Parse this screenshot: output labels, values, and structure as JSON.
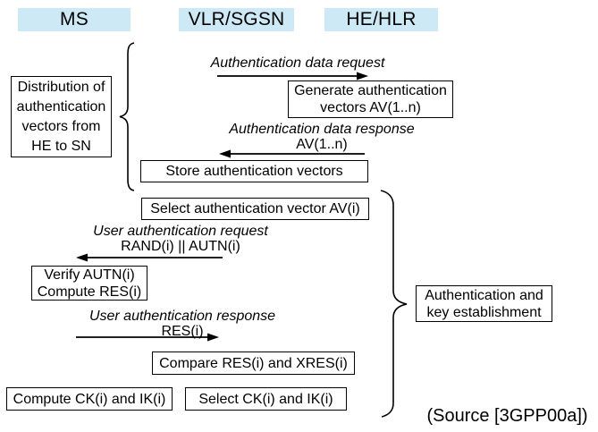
{
  "colors": {
    "header_background": "#cde9f6",
    "line": "#000000",
    "background": "#ffffff",
    "text": "#000000"
  },
  "headers": {
    "ms": "MS",
    "vlr_sgsn": "VLR/SGSN",
    "he_hlr": "HE/HLR"
  },
  "boxes": {
    "distribution": [
      "Distribution of",
      "authentication",
      "vectors from",
      "HE to SN"
    ],
    "generate": [
      "Generate authentication",
      "vectors AV(1..n)"
    ],
    "store": [
      "Store authentication vectors"
    ],
    "select_av": [
      "Select authentication vector AV(i)"
    ],
    "verify": [
      "Verify AUTN(i)",
      "Compute RES(i)"
    ],
    "compare": [
      "Compare RES(i) and XRES(i)"
    ],
    "compute_ck": [
      "Compute CK(i) and IK(i)"
    ],
    "select_ck": [
      "Select CK(i) and IK(i)"
    ],
    "auth_key": [
      "Authentication and",
      "key establishment"
    ]
  },
  "messages": {
    "auth_data_request": "Authentication data request",
    "auth_data_response": "Authentication data response",
    "auth_data_response_param": "AV(1..n)",
    "user_auth_request": "User authentication request",
    "user_auth_request_param": "RAND(i) || AUTN(i)",
    "user_auth_response": "User authentication response",
    "user_auth_response_param": "RES(i)"
  },
  "source_note": "(Source [3GPP00a])"
}
